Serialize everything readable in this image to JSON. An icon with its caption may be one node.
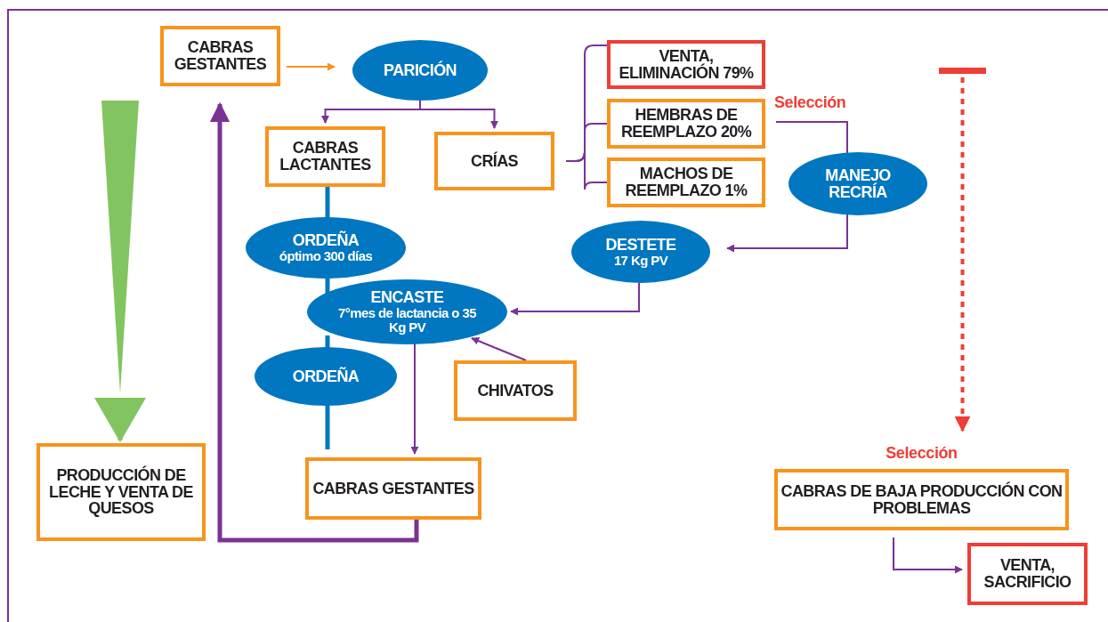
{
  "diagram": {
    "nodes": [
      {
        "text": [
          "CABRAS GESTANTES"
        ]
      },
      {
        "text": [
          "PARICIÓN"
        ]
      },
      {
        "text": [
          "CABRAS LACTANTES"
        ]
      },
      {
        "text": [
          "CRÍAS"
        ]
      },
      {
        "text": [
          "VENTA, ELIMINACIÓN 79%"
        ]
      },
      {
        "text": [
          "HEMBRAS DE REEMPLAZO 20%"
        ]
      },
      {
        "text": [
          "MACHOS DE REEMPLAZO 1%"
        ]
      },
      {
        "text": [
          "MANEJO RECRÍA"
        ]
      },
      {
        "text": [
          "DESTETE",
          "17 Kg PV"
        ]
      },
      {
        "text": [
          "ORDEÑA",
          "óptimo 300 días"
        ]
      },
      {
        "text": [
          "ENCASTE",
          "7°mes de lactancia o 35 Kg PV"
        ]
      },
      {
        "text": [
          "ORDEÑA"
        ]
      },
      {
        "text": [
          "CHIVATOS"
        ]
      },
      {
        "text": [
          "CABRAS GESTANTES"
        ]
      },
      {
        "text": [
          "PRODUCCIÓN DE LECHE Y VENTA DE QUESOS"
        ]
      },
      {
        "text": [
          "CABRAS DE BAJA PRODUCCIÓN CON PROBLEMAS"
        ],
        "beside": [
          "Selección"
        ]
      },
      {
        "text": [
          "VENTA, SACRIFICIO"
        ]
      },
      {
        "text": [],
        "shape": "bar"
      }
    ],
    "edges": [
      {
        "from": 0,
        "to": 1,
        "arrow": "to",
        "color": "#f7941d"
      },
      {
        "from": 1,
        "to": 2,
        "arrow": "to"
      },
      {
        "from": 1,
        "to": 3,
        "arrow": "to"
      },
      {
        "from": 3,
        "to": 4,
        "arrow": "none"
      },
      {
        "from": 3,
        "to": 5,
        "arrow": "none"
      },
      {
        "from": 3,
        "to": 6,
        "arrow": "none"
      },
      {
        "from": 5,
        "to": 7,
        "arrow": "none",
        "label": "Selección"
      },
      {
        "from": 7,
        "to": 8,
        "arrow": "to"
      },
      {
        "from": 8,
        "to": 10,
        "arrow": "to"
      },
      {
        "from": 12,
        "to": 10,
        "arrow": "to"
      },
      {
        "from": 10,
        "to": 13,
        "arrow": "to"
      },
      {
        "from": 13,
        "to": 0,
        "arrow": "to",
        "style": "thick"
      },
      {
        "from": 2,
        "to": 9,
        "arrow": "none",
        "style": "thick",
        "color": "#0077c0"
      },
      {
        "from": 9,
        "to": 10,
        "arrow": "none",
        "style": "thick",
        "color": "#0077c0"
      },
      {
        "from": 10,
        "to": 11,
        "arrow": "none",
        "style": "thick",
        "color": "#0077c0"
      },
      {
        "from": 11,
        "to": 13,
        "arrow": "none",
        "style": "thick",
        "color": "#0077c0"
      },
      {
        "from": 17,
        "to": 15,
        "arrow": "to",
        "style": "dashed",
        "color": "#ee3e36"
      },
      {
        "from": 15,
        "to": 16,
        "arrow": "to"
      },
      {
        "from": null,
        "to": 14,
        "arrow": "to",
        "style": "thick",
        "color": "#82c560"
      }
    ]
  }
}
